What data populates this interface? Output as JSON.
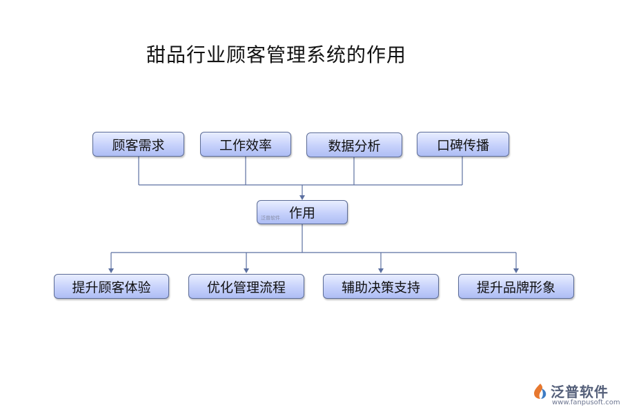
{
  "title": "甜品行业顾客管理系统的作用",
  "inputs": [
    "顾客需求",
    "工作效率",
    "数据分析",
    "口碑传播"
  ],
  "center": {
    "label": "作用",
    "watermark": "泛普软件"
  },
  "outputs": [
    "提升顾客体验",
    "优化管理流程",
    "辅助决策支持",
    "提升品牌形象"
  ],
  "brand": {
    "name": "泛普软件",
    "url": "www.fanpusoft.com",
    "logo_icon": "fanpu-logo-icon"
  },
  "colors": {
    "node_fill": "#c6d1fb",
    "node_border": "#5a6a95",
    "line": "#5b6fa0"
  }
}
